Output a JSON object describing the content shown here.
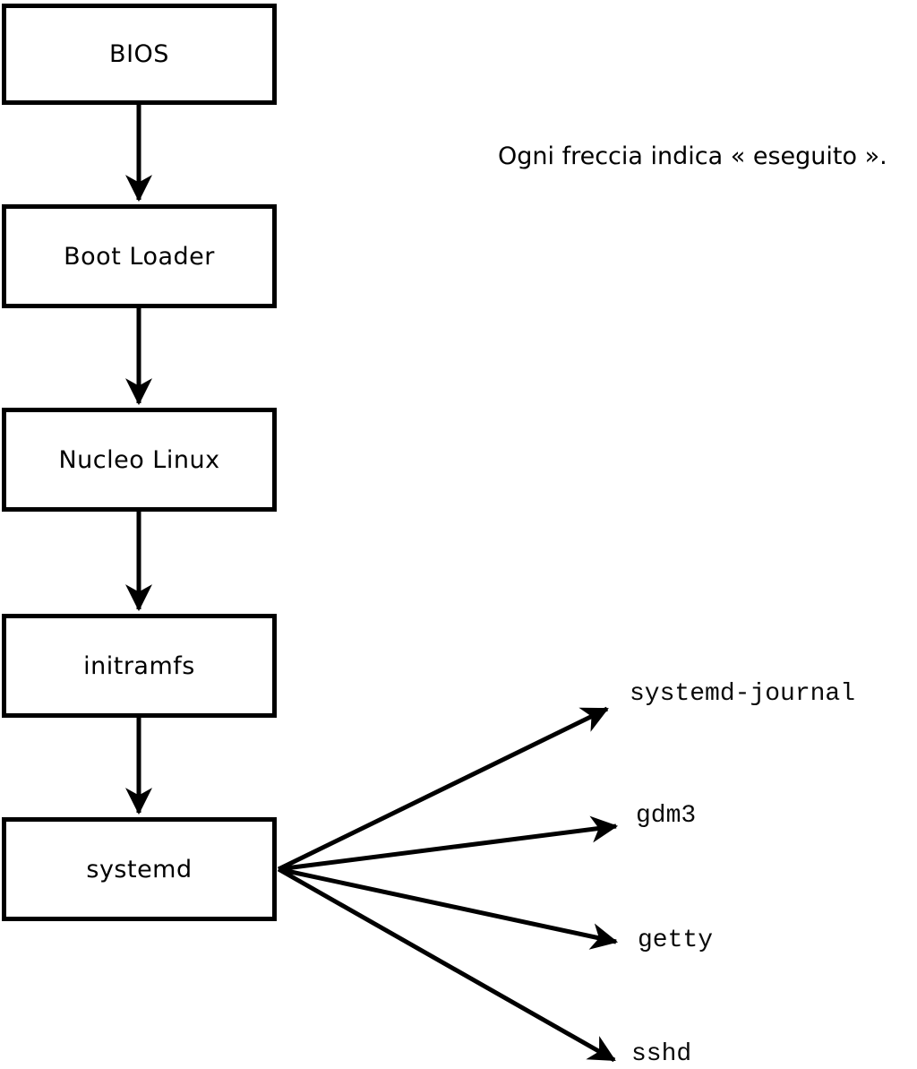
{
  "diagram": {
    "title_annotation": "Ogni freccia indica « eseguito ».",
    "boot_sequence_nodes": [
      {
        "id": "bios",
        "label": "BIOS"
      },
      {
        "id": "boot-loader",
        "label": "Boot Loader"
      },
      {
        "id": "nucleo-linux",
        "label": "Nucleo Linux"
      },
      {
        "id": "initramfs",
        "label": "initramfs"
      },
      {
        "id": "systemd",
        "label": "systemd"
      }
    ],
    "spawned_processes": [
      {
        "id": "systemd-journal",
        "label": "systemd-journal"
      },
      {
        "id": "gdm3",
        "label": "gdm3"
      },
      {
        "id": "getty",
        "label": "getty"
      },
      {
        "id": "sshd",
        "label": "sshd"
      }
    ],
    "colors": {
      "stroke": "#000000",
      "node_fill": "#ffffff",
      "background": "#ffffff",
      "text": "#000000"
    }
  }
}
